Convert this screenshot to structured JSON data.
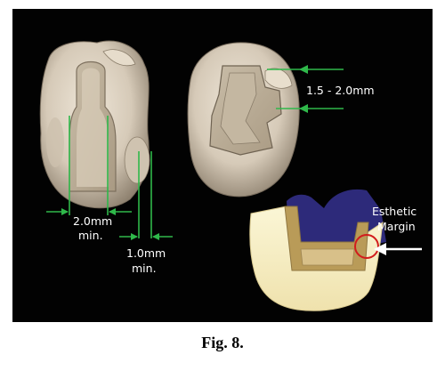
{
  "figure": {
    "labels": {
      "isthmus_width": "2.0mm",
      "isthmus_width_min": "min.",
      "wall_thickness": "1.0mm",
      "wall_thickness_min": "min.",
      "depth": "1.5 - 2.0mm",
      "esthetic": "Esthetic",
      "margin": "Margin"
    },
    "colors": {
      "background": "#020202",
      "tooth": "#d9cfc0",
      "tooth_shadow": "#8f8270",
      "guide_lines": "#2fb84a",
      "crown_blue": "#2d2a7a",
      "onlay_cream": "#f6efc7",
      "onlay_tan": "#b99b58",
      "margin_circle": "#d21c1c",
      "arrow": "#ffffff"
    }
  },
  "caption": "Fig. 8."
}
